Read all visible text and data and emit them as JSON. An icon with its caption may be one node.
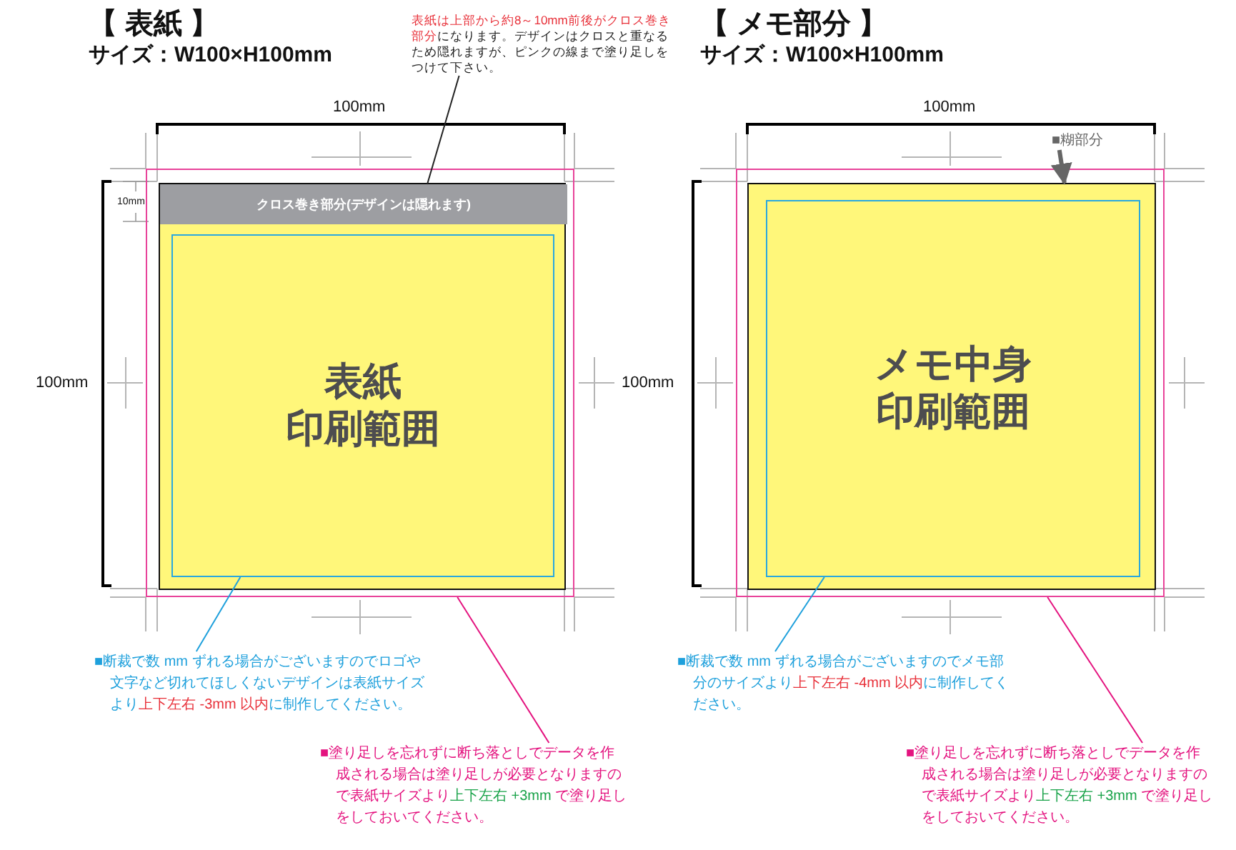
{
  "diagram": {
    "nodes": [
      {
        "text": [],
        "shape": "box"
      },
      {
        "text": [],
        "shape": "box",
        "in": 0
      },
      {
        "text": [
          "クロス巻き部分(デザインは隠れます)"
        ],
        "in": 1
      },
      {
        "text": [
          "表紙",
          "印刷範囲"
        ],
        "in": 1
      },
      {
        "text": [
          "**表紙は上部から約8～10mm前後がクロス巻き部分**になります。デザインはクロスと重なるため隠れますが、ピンクの線まで塗り足しをつけて下さい。"
        ]
      },
      {
        "text": [
          "■断裁で数 mm ずれる場合がございますのでロゴや文字など切れてほしくないデザインは表紙サイズより**上下左右 -3mm 以内**に制作してください。"
        ]
      },
      {
        "text": [
          "■塗り足しを忘れずに断ち落としでデータを作成される場合は塗り足しが必要となりますので表紙サイズより**上下左右 +3mm** で塗り足しをしておいてください。"
        ]
      },
      {
        "text": [],
        "shape": "box"
      },
      {
        "text": [],
        "shape": "box",
        "in": 7
      },
      {
        "text": [
          "メモ中身",
          "印刷範囲"
        ],
        "in": 8
      },
      {
        "text": [
          "■糊部分"
        ]
      },
      {
        "text": [
          "■断裁で数 mm ずれる場合がございますのでメモ部分のサイズより**上下左右 -4mm 以内**に制作してください。"
        ]
      },
      {
        "text": [
          "■塗り足しを忘れずに断ち落としでデータを作成される場合は塗り足しが必要となりますので表紙サイズより**上下左右 +3mm** で塗り足しをしておいてください。"
        ]
      }
    ],
    "edges": [
      {
        "from": 4,
        "to": 2,
        "arrow": "none",
        "color": "#222222"
      },
      {
        "from": 5,
        "to": 3,
        "arrow": "none",
        "color": "#1ea0dc"
      },
      {
        "from": 6,
        "to": 0,
        "arrow": "none",
        "color": "#e4137f"
      },
      {
        "from": 10,
        "to": 8,
        "arrow": "to",
        "style": "thick",
        "color": "#666666"
      },
      {
        "from": 11,
        "to": 9,
        "arrow": "none",
        "color": "#1ea0dc"
      },
      {
        "from": 12,
        "to": 7,
        "arrow": "none",
        "color": "#e4137f"
      }
    ],
    "labels": [
      "【 表紙 】",
      "サイズ：W100×H100mm",
      "【 メモ部分 】",
      "サイズ：W100×H100mm",
      "100mm",
      "100mm",
      "10mm",
      "100mm",
      "100mm"
    ]
  }
}
